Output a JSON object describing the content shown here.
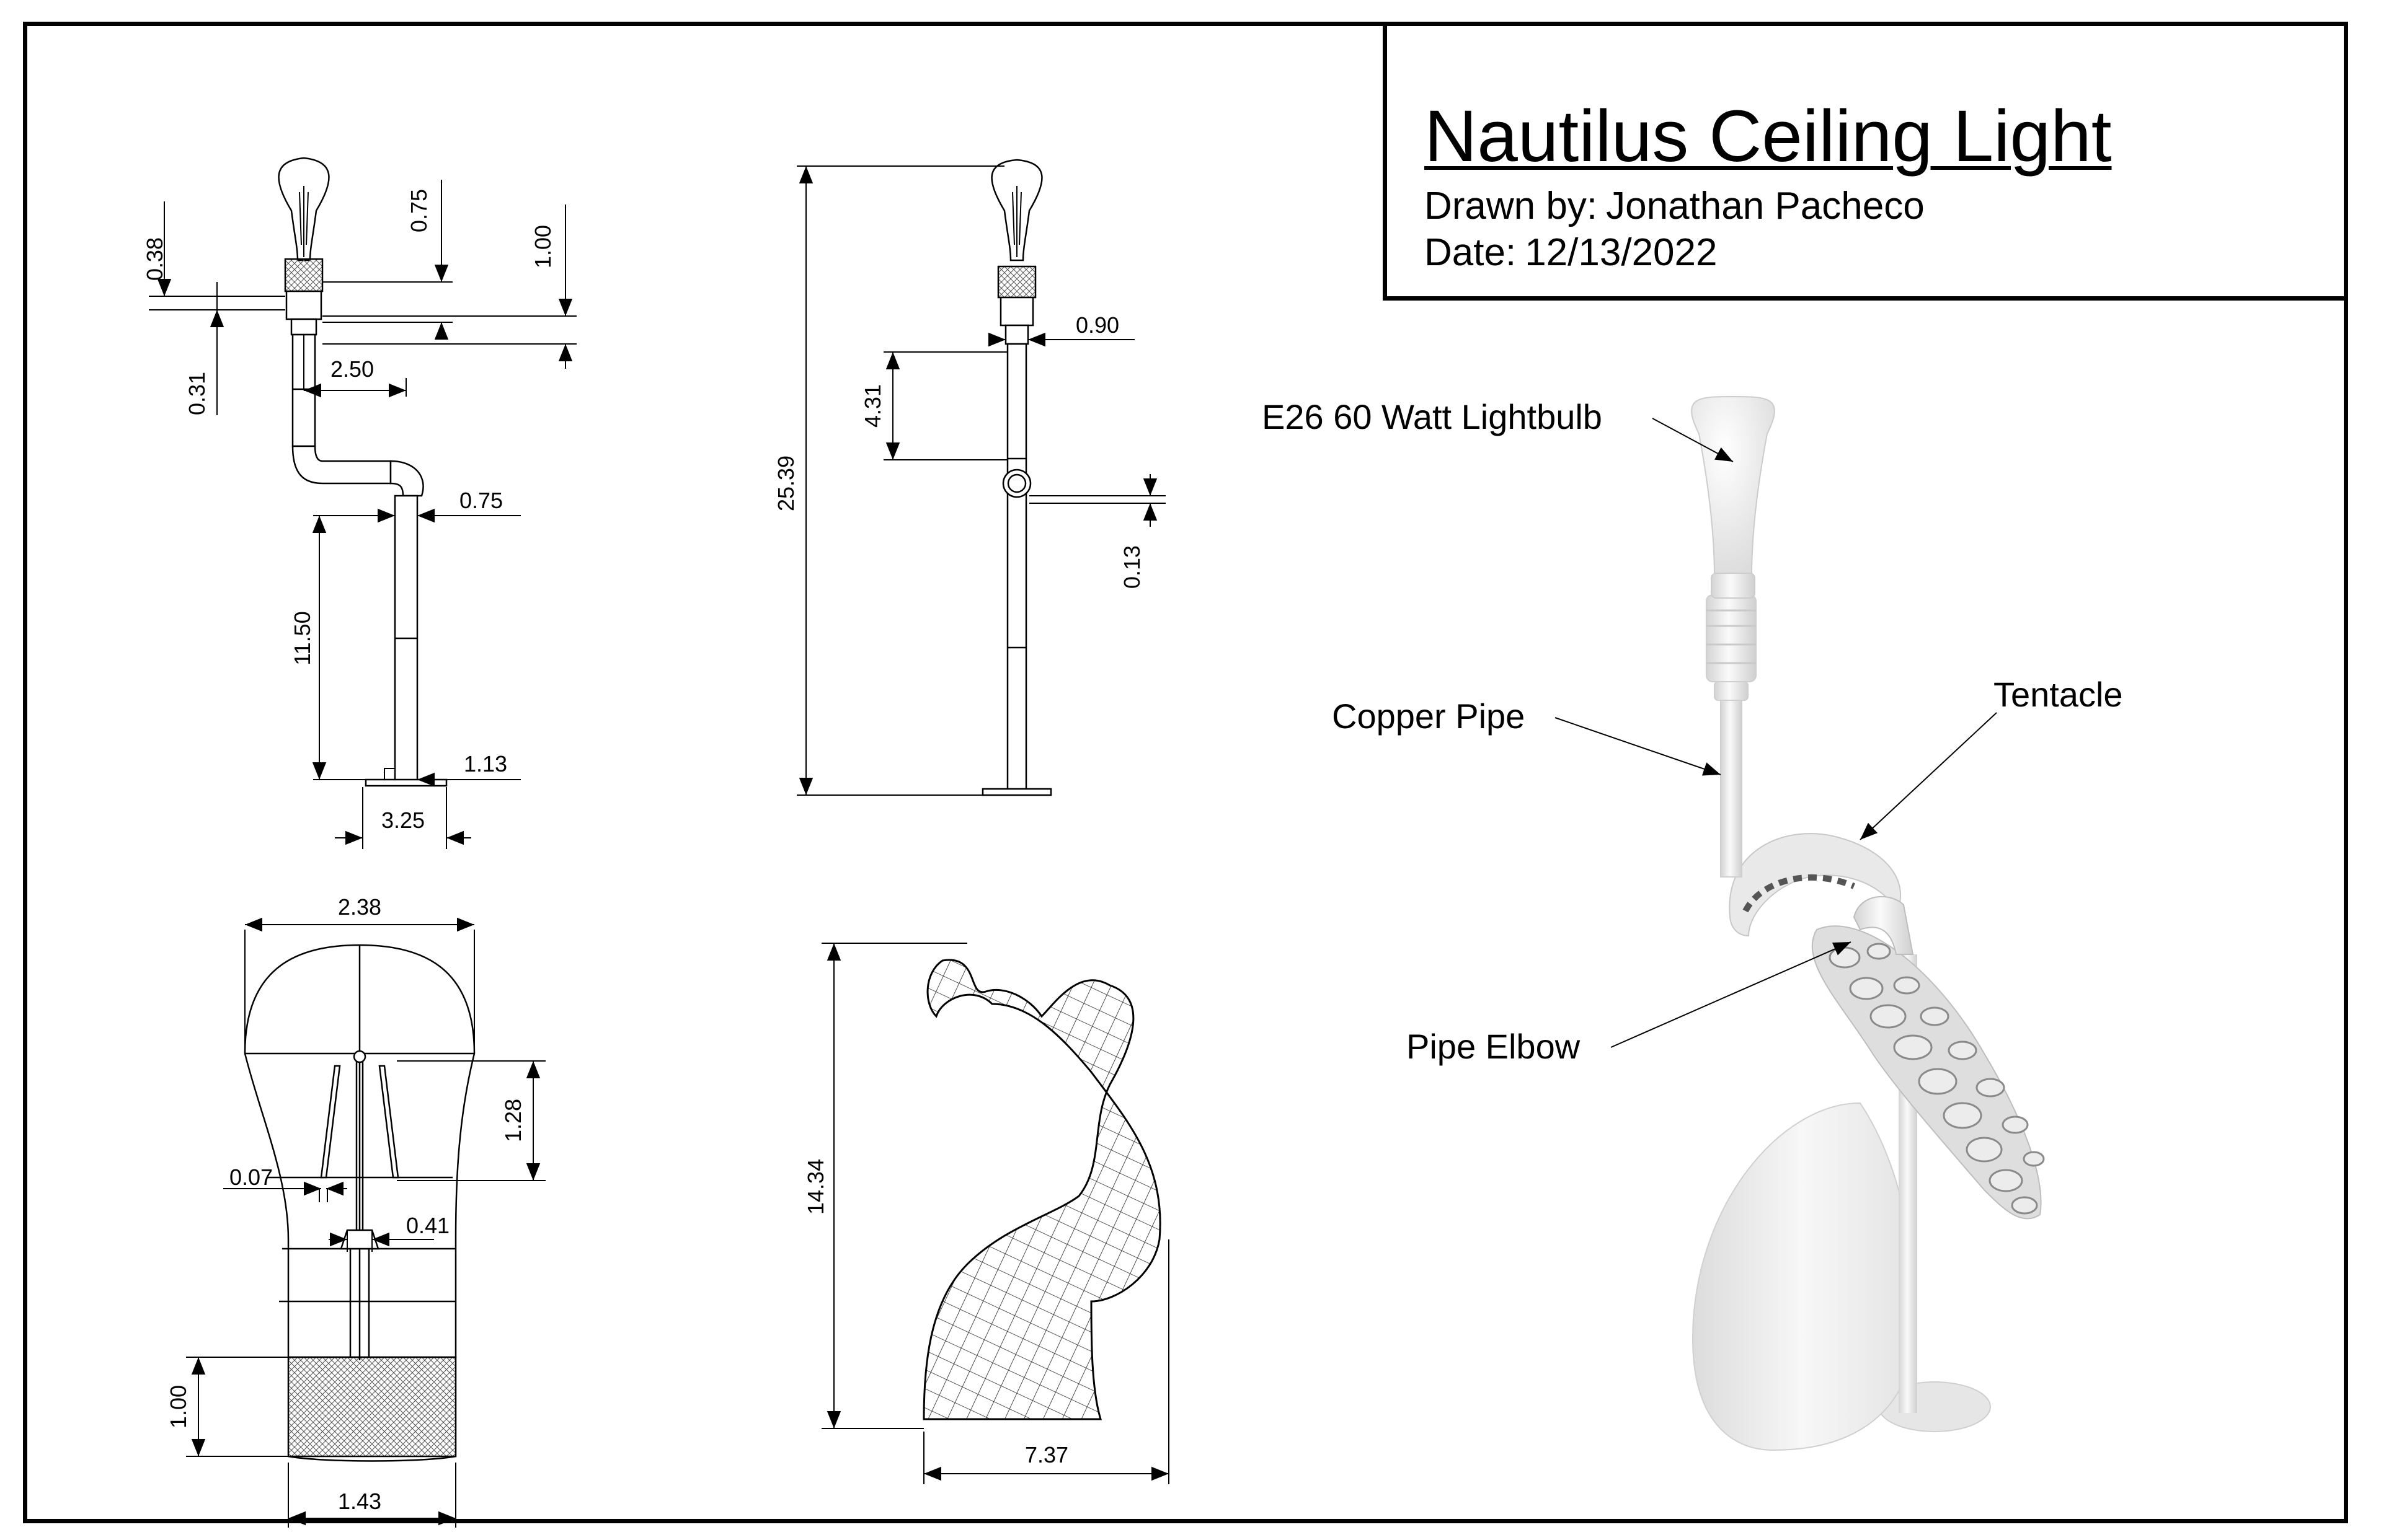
{
  "title_block": {
    "title": "Nautilus Ceiling Light",
    "drawn_by_label": "Drawn by:",
    "drawn_by": "Jonathan Pacheco",
    "date_label": "Date:",
    "date": "12/13/2022"
  },
  "callouts": {
    "lightbulb": "E26 60 Watt Lightbulb",
    "copper_pipe": "Copper Pipe",
    "tentacle": "Tentacle",
    "pipe_elbow": "Pipe Elbow"
  },
  "dimensions": {
    "front_view": {
      "bulb_neck": "0.38",
      "socket_height": "0.75",
      "socket_to_pipe": "1.00",
      "collar": "0.31",
      "offset_width": "2.50",
      "pipe_diameter": "0.75",
      "lower_pipe_length": "11.50",
      "base_pipe": "1.13",
      "base_width": "3.25"
    },
    "side_view": {
      "overall_height": "25.39",
      "collar_width": "0.90",
      "upper_pipe_length": "4.31",
      "elbow_offset": "0.13"
    },
    "bulb_detail": {
      "bulb_width": "2.38",
      "filament_height": "1.28",
      "filament_wire": "0.07",
      "stem_width": "0.41",
      "base_height": "1.00",
      "base_width": "1.43"
    },
    "tentacle_view": {
      "height": "14.34",
      "width": "7.37"
    }
  }
}
